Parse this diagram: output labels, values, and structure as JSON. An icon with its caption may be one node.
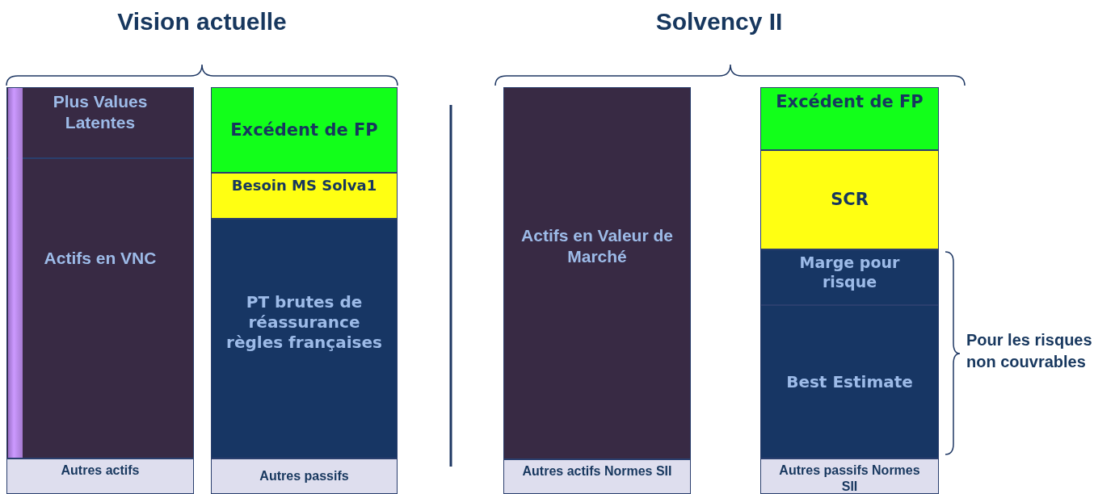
{
  "diagram": {
    "nodes": [
      {
        "text": [
          "Plus Values Latentes"
        ]
      },
      {
        "text": [
          "Actifs en VNC"
        ]
      },
      {
        "text": [
          "Autres actifs"
        ]
      },
      {
        "text": [
          "Excédent de FP"
        ]
      },
      {
        "text": [
          "Besoin MS Solva1"
        ]
      },
      {
        "text": [
          "PT brutes de réassurance règles françaises"
        ]
      },
      {
        "text": [
          "Autres passifs"
        ]
      },
      {
        "text": [
          "Actifs en Valeur de Marché"
        ]
      },
      {
        "text": [
          "Autres actifs Normes SII"
        ]
      },
      {
        "text": [
          "Excédent de FP"
        ]
      },
      {
        "text": [
          "SCR"
        ]
      },
      {
        "text": [
          "Marge pour risque"
        ]
      },
      {
        "text": [
          "Best Estimate"
        ]
      },
      {
        "text": [
          "Autres passifs Normes SII"
        ]
      }
    ],
    "labels": [
      "Vision actuelle",
      "Solvency II",
      "Pour les risques non couvrables"
    ]
  }
}
